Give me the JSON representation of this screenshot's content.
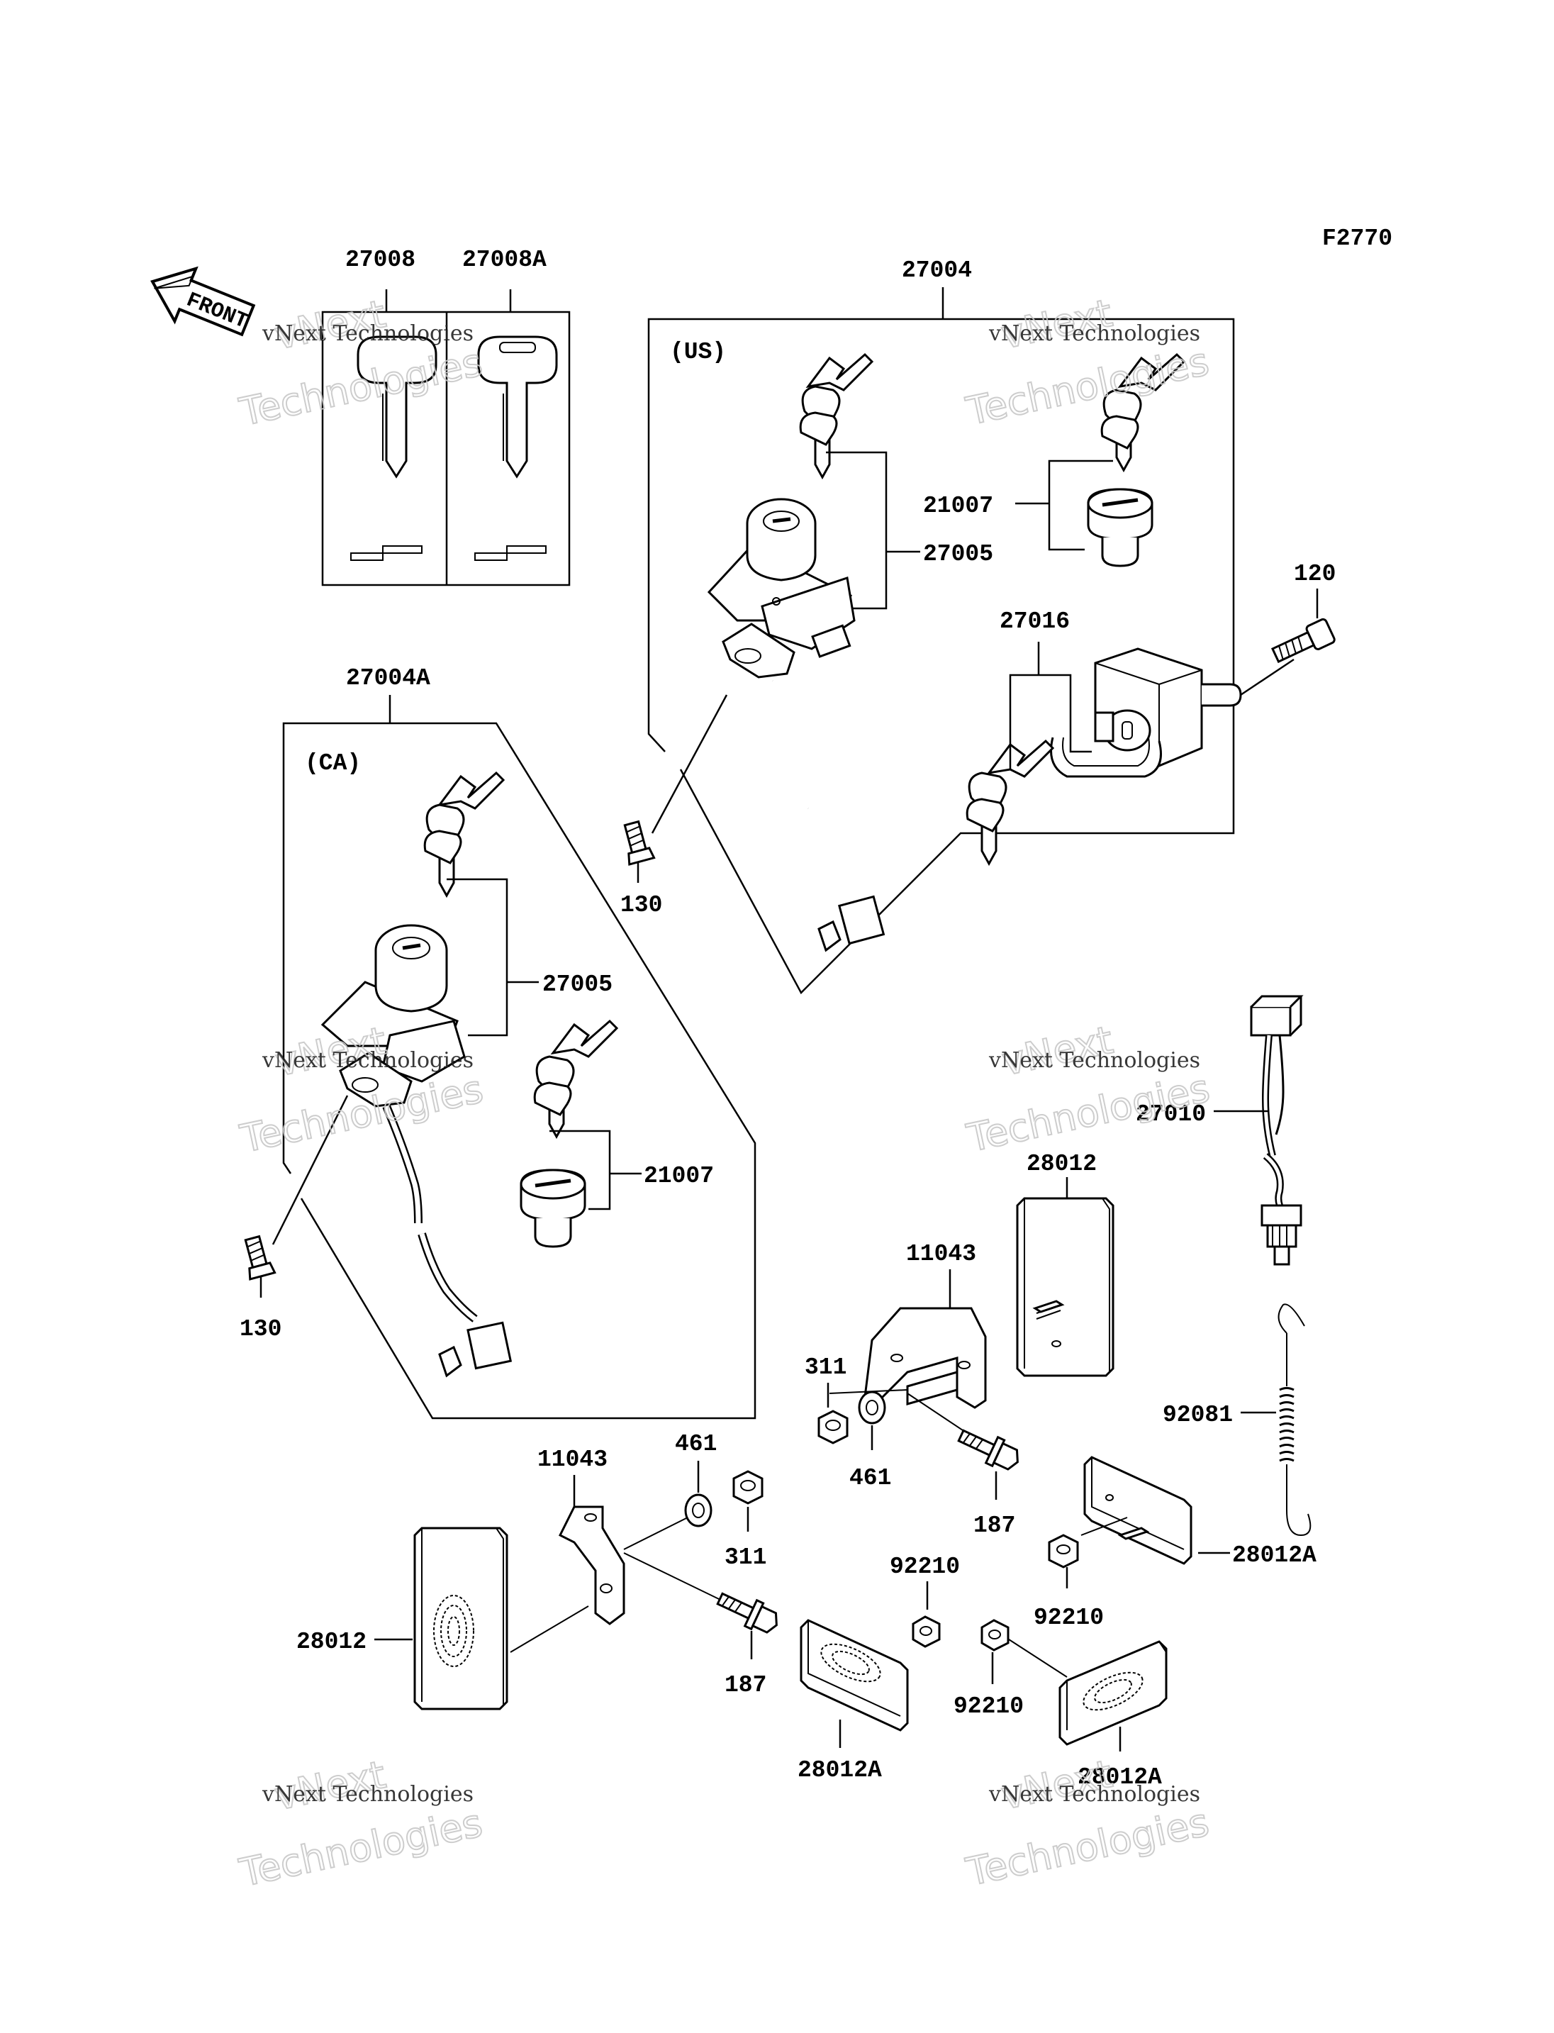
{
  "diagram": {
    "figure_code": "F2770",
    "front_label": "FRONT",
    "watermark": {
      "line1": "vNext Technologies",
      "line2": "vNext",
      "line3": "Technologies"
    },
    "group_labels": {
      "us": "(US)",
      "ca": "(CA)"
    },
    "parts": {
      "p27008": "27008",
      "p27008A": "27008A",
      "p27004": "27004",
      "p27004A": "27004A",
      "p27005_us": "27005",
      "p27005_ca": "27005",
      "p21007_us": "21007",
      "p21007_ca": "21007",
      "p27016": "27016",
      "p120": "120",
      "p130_us": "130",
      "p130_ca": "130",
      "p27010": "27010",
      "p28012_top": "28012",
      "p28012_left": "28012",
      "p11043_top": "11043",
      "p11043_left": "11043",
      "p311_top": "311",
      "p311_left": "311",
      "p461_top": "461",
      "p461_left": "461",
      "p187_top": "187",
      "p187_left": "187",
      "p92081": "92081",
      "p28012A_right": "28012A",
      "p28012A_bottom": "28012A",
      "p28012A_br": "28012A",
      "p92210_a": "92210",
      "p92210_b": "92210",
      "p92210_c": "92210"
    }
  }
}
